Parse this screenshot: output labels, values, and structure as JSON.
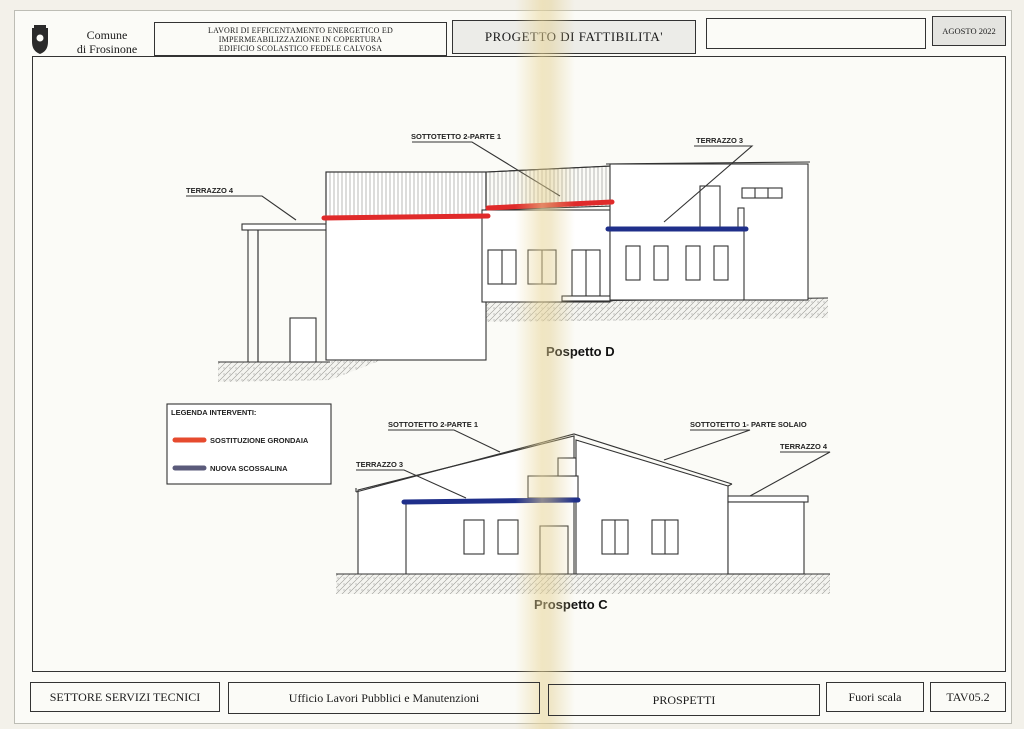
{
  "header": {
    "municipality_line1": "Comune",
    "municipality_line2": "di Frosinone",
    "project_line1": "LAVORI DI EFFICENTAMENTO ENERGETICO ED",
    "project_line2": "IMPERMEABILIZZAZIONE IN COPERTURA",
    "project_line3": "EDIFICIO SCOLASTICO FEDELE CALVOSA",
    "phase": "PROGETTO DI FATTIBILITA'",
    "blank": "",
    "date": "AGOSTO 2022"
  },
  "drawing": {
    "elevation_d": {
      "title": "Pospetto D",
      "labels": {
        "terrazzo4": "TERRAZZO 4",
        "sottotetto2": "SOTTOTETTO 2-PARTE 1",
        "terrazzo3": "TERRAZZO 3"
      }
    },
    "elevation_c": {
      "title": "Prospetto C",
      "labels": {
        "sottotetto2": "SOTTOTETTO 2-PARTE 1",
        "sottotetto1": "SOTTOTETTO 1- PARTE SOLAIO",
        "terrazzo3": "TERRAZZO 3",
        "terrazzo4": "TERRAZZO 4"
      }
    },
    "legend": {
      "title": "LEGENDA INTERVENTI:",
      "items": [
        {
          "label": "SOSTITUZIONE GRONDAIA",
          "color": "#e64a2e"
        },
        {
          "label": "NUOVA SCOSSALINA",
          "color": "#5a5a7a"
        }
      ]
    },
    "colors": {
      "gutter_red": "#e02a2a",
      "flashing_blue": "#1f2f8a"
    }
  },
  "footer": {
    "sector": "SETTORE SERVIZI TECNICI",
    "office": "Ufficio Lavori Pubblici e Manutenzioni",
    "sheet_name": "PROSPETTI",
    "scale": "Fuori scala",
    "sheet_code": "TAV05.2"
  }
}
